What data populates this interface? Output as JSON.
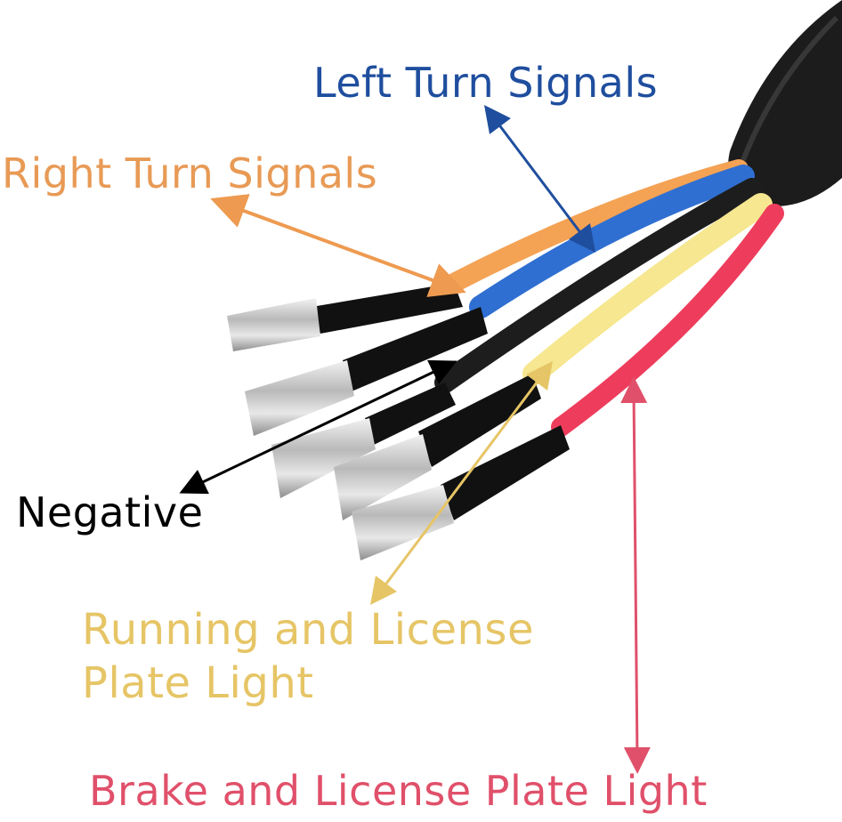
{
  "diagram": {
    "subject": "5-wire harness with bullet connectors",
    "labels": [
      {
        "id": "left_turn",
        "text": "Left Turn Signals",
        "color": "#1f4e9e",
        "wire_color": "blue"
      },
      {
        "id": "right_turn",
        "text": "Right Turn Signals",
        "color": "#e89a55",
        "wire_color": "orange"
      },
      {
        "id": "negative",
        "text": "Negative",
        "color": "#000000",
        "wire_color": "black"
      },
      {
        "id": "running",
        "text_line1": "Running and License",
        "text_line2": "Plate Light",
        "color": "#e6c566",
        "wire_color": "yellow"
      },
      {
        "id": "brake",
        "text": "Brake and License Plate Light",
        "color": "#e0506a",
        "wire_color": "red"
      }
    ],
    "sheath_color": "#1a1a1a",
    "connector": "bullet terminal (silver) with black heat-shrink"
  }
}
